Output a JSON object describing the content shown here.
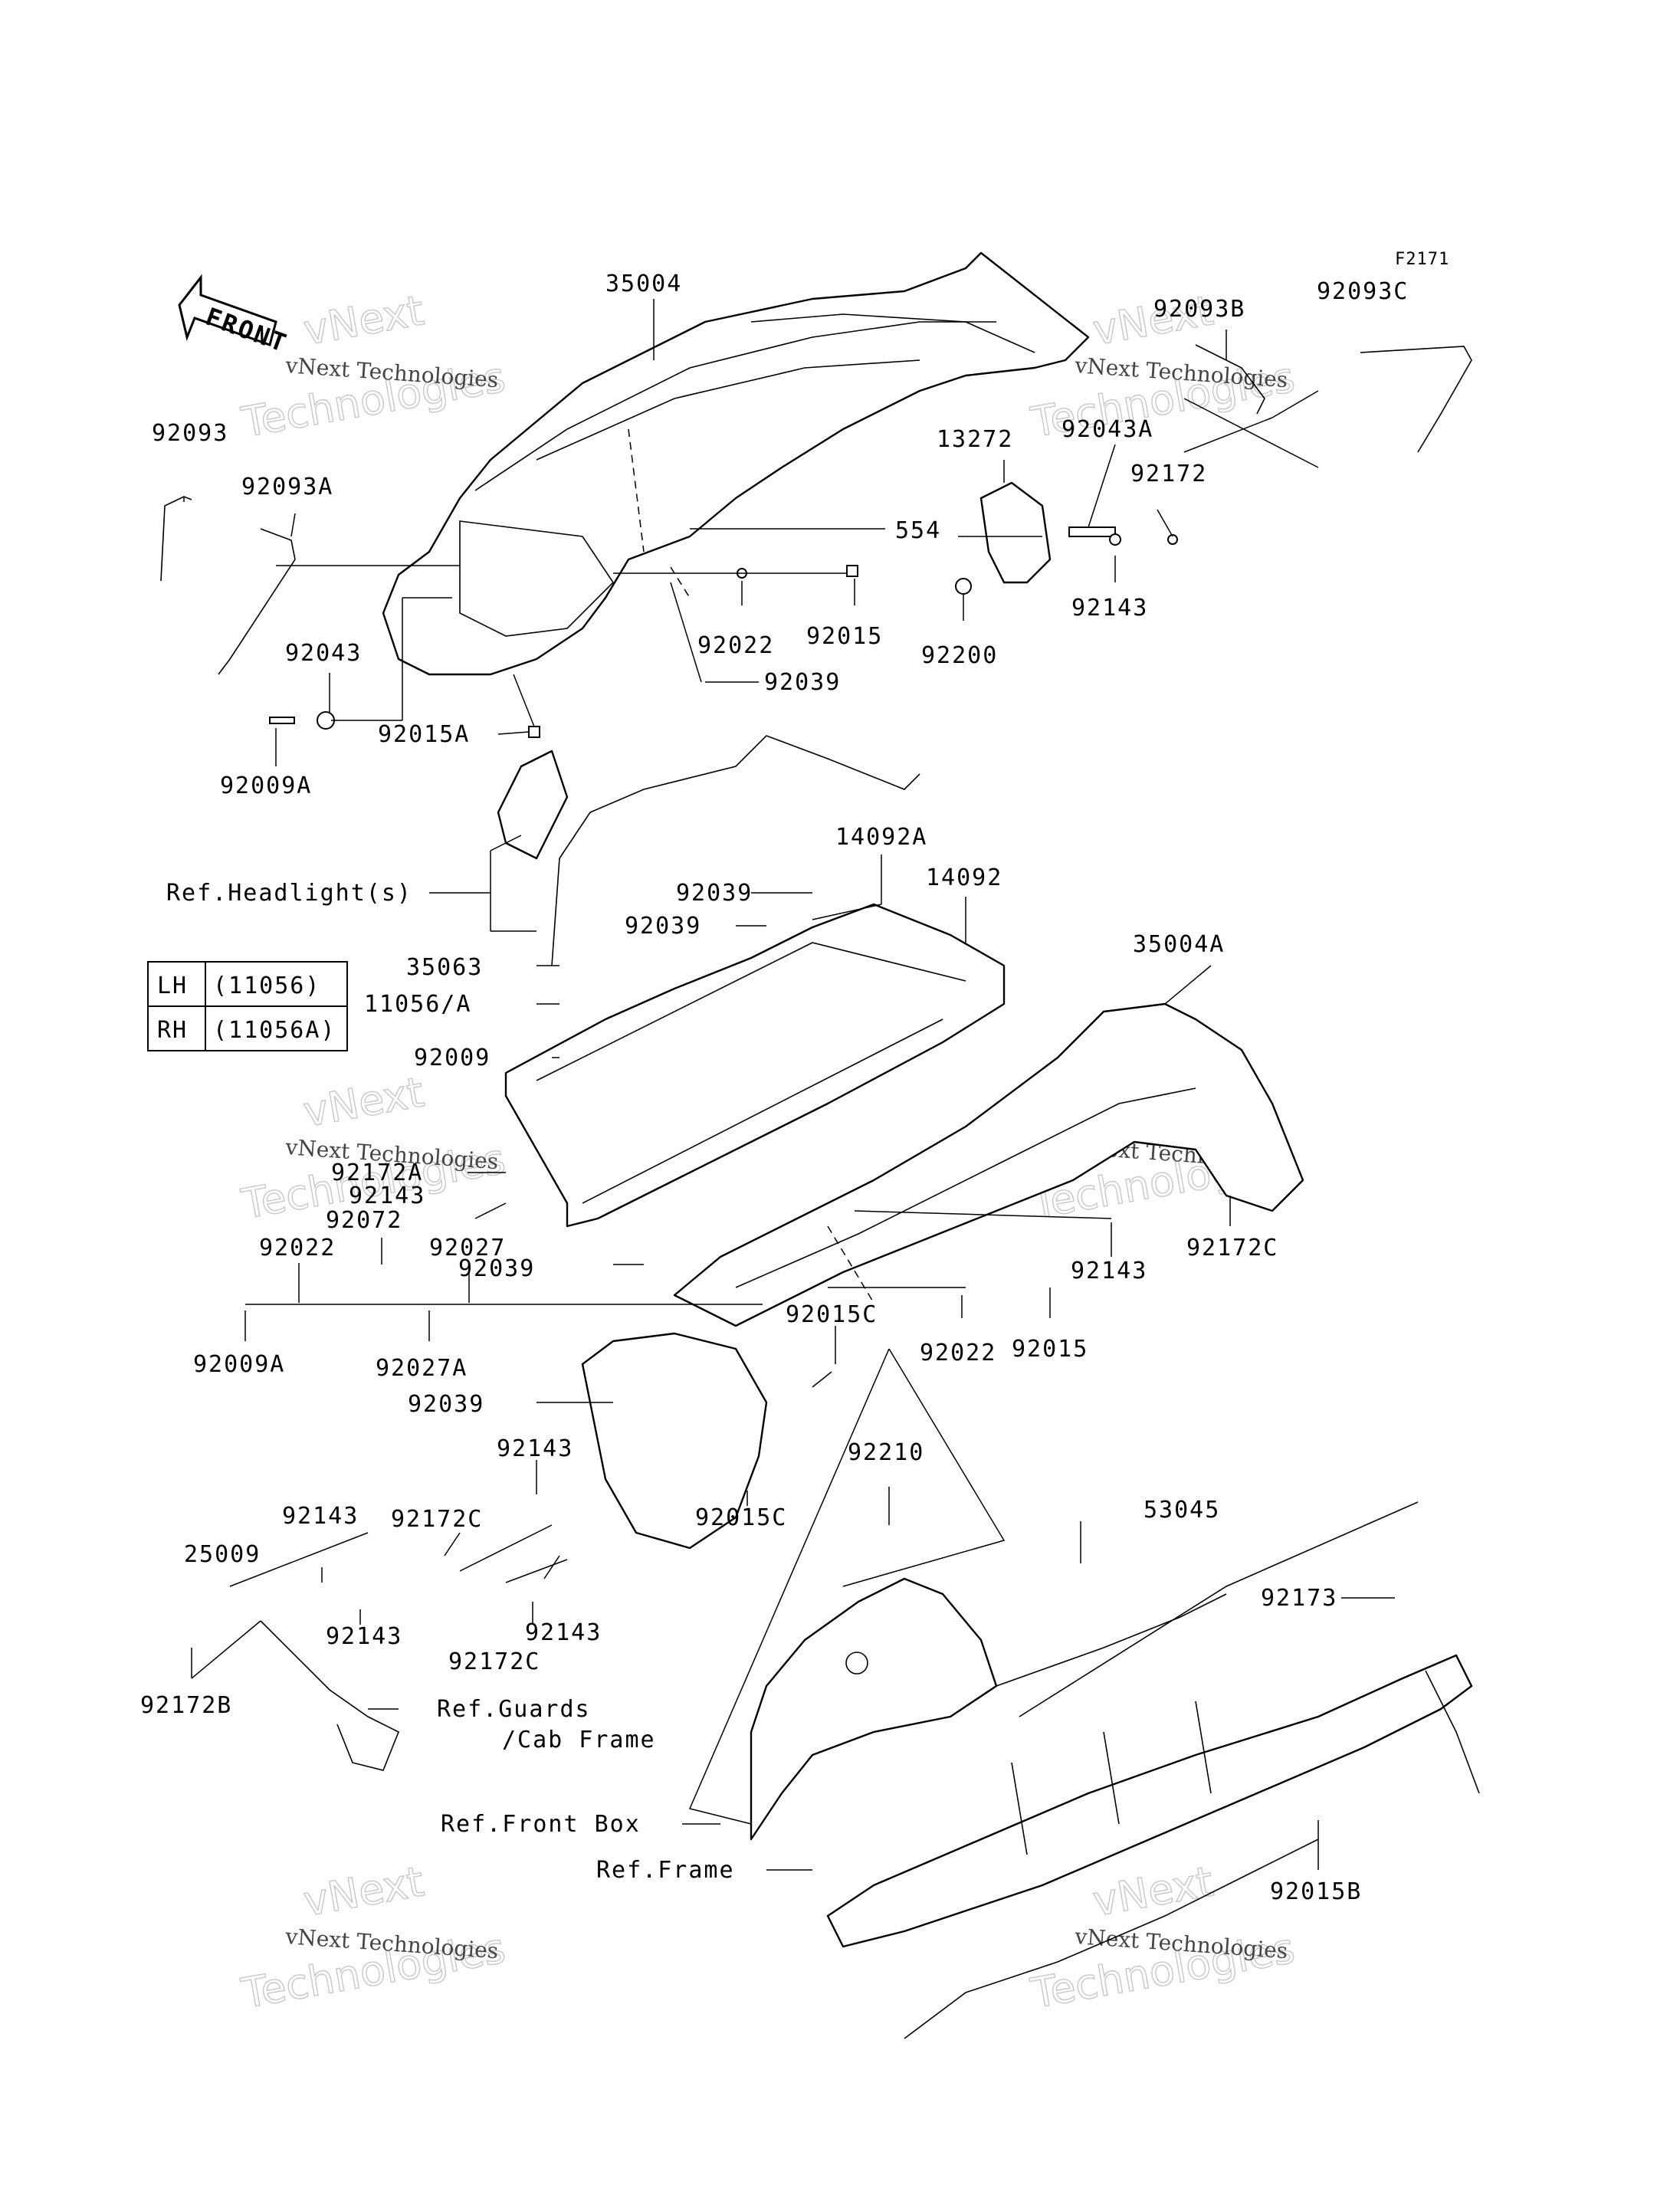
{
  "diagram": {
    "figure_code": "F2171",
    "front_arrow_label": "FRONT",
    "watermark": {
      "company": "vNext Technologies",
      "line1": "vNext",
      "line2": "Technologies"
    },
    "table": {
      "rows": [
        {
          "side": "LH",
          "code": "(11056)"
        },
        {
          "side": "RH",
          "code": "(11056A)"
        }
      ]
    },
    "part_numbers": {
      "p35004": "35004",
      "p92093B": "92093B",
      "p92093C": "92093C",
      "p92093": "92093",
      "p92093A": "92093A",
      "p13272": "13272",
      "p92043A": "92043A",
      "p92172": "92172",
      "p554": "554",
      "p92143a": "92143",
      "p92022a": "92022",
      "p92015a": "92015",
      "p92200": "92200",
      "p92043": "92043",
      "p92039a": "92039",
      "p92015A": "92015A",
      "p92009A_top": "92009A",
      "p14092A": "14092A",
      "p14092": "14092",
      "p92039b": "92039",
      "p92039c": "92039",
      "p35063": "35063",
      "p11056A": "11056/A",
      "p35004A": "35004A",
      "p92009": "92009",
      "p92172A": "92172A",
      "p92143b": "92143",
      "p92072": "92072",
      "p92022b": "92022",
      "p92027": "92027",
      "p92039d": "92039",
      "p92143c": "92143",
      "p92172C_r": "92172C",
      "p92009A_bot": "92009A",
      "p92027A": "92027A",
      "p92015C_a": "92015C",
      "p92022c": "92022",
      "p92015b": "92015",
      "p92039e": "92039",
      "p92143d": "92143",
      "p92015C_b": "92015C",
      "p92210": "92210",
      "p92143e": "92143",
      "p92172C_a": "92172C",
      "p25009": "25009",
      "p92143f": "92143",
      "p92143g": "92143",
      "p92172C_b": "92172C",
      "p92172B": "92172B",
      "p53045": "53045",
      "p92173": "92173",
      "p92015B": "92015B"
    },
    "references": {
      "headlight": "Ref.Headlight(s)",
      "guards_l1": "Ref.Guards",
      "guards_l2": "/Cab Frame",
      "front_box": "Ref.Front Box",
      "frame": "Ref.Frame"
    }
  }
}
